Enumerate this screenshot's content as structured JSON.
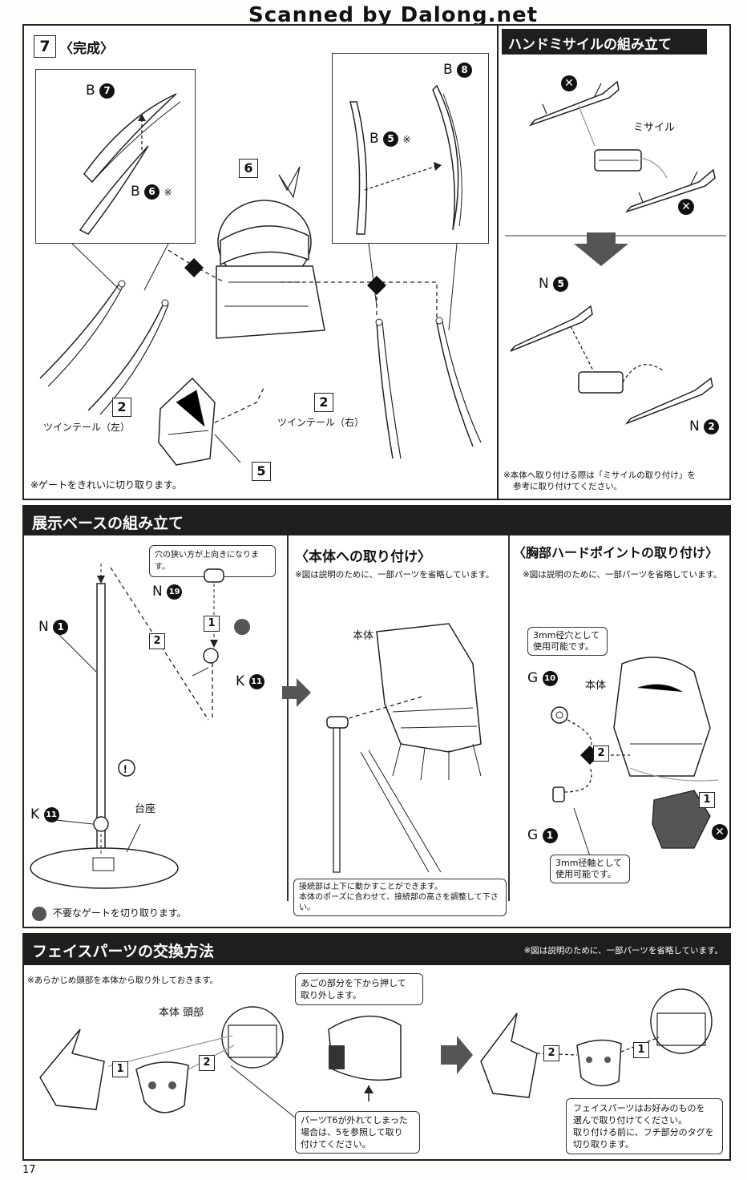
{
  "header": {
    "scan_credit": "Scanned by Dalong.net"
  },
  "step7": {
    "number": "7",
    "title": "〈完成〉",
    "callout_B7": "B",
    "callout_B7_num": "7",
    "callout_B6": "B",
    "callout_B6_num": "6",
    "callout_B6_mark": "※",
    "callout_B8": "B",
    "callout_B8_num": "8",
    "callout_B5": "B",
    "callout_B5_num": "5",
    "callout_B5_mark": "※",
    "part6": "6",
    "part2_left": "2",
    "part2_right": "2",
    "part5": "5",
    "twintail_left": "ツインテール（左）",
    "twintail_right": "ツインテール（右）",
    "footnote": "※ゲートをきれいに切り取ります。"
  },
  "missile": {
    "title": "ハンドミサイルの組み立て",
    "label": "ミサイル",
    "callout_N5": "N",
    "callout_N5_num": "5",
    "callout_N2": "N",
    "callout_N2_num": "2",
    "note_line1": "※本体へ取り付ける際は「ミサイルの取り付け」を",
    "note_line2": "参考に取り付けてください。"
  },
  "base": {
    "title": "展示ベースの組み立て",
    "hole_note": "穴の狭い方が上向きになります。",
    "callout_N1": "N",
    "callout_N1_num": "1",
    "callout_N19": "N",
    "callout_N19_num": "19",
    "callout_K11a": "K",
    "callout_K11a_num": "11",
    "callout_K11b": "K",
    "callout_K11b_num": "11",
    "step1": "1",
    "step2": "2",
    "pedestal": "台座",
    "gate_note": "不要なゲートを切り取ります。"
  },
  "attach": {
    "title": "〈本体への取り付け〉",
    "omit_note": "※図は説明のために、一部パーツを省略しています。",
    "body_label": "本体",
    "joint_note_line1": "接続部は上下に動かすことができます。",
    "joint_note_line2": "本体のポーズに合わせて、接続部の高さを調整して下さい。"
  },
  "chest": {
    "title": "〈胸部ハードポイントの取り付け〉",
    "omit_note": "※図は説明のために、一部パーツを省略しています。",
    "hole_note_line1": "3mm径穴として",
    "hole_note_line2": "使用可能です。",
    "callout_G10": "G",
    "callout_G10_num": "10",
    "body_label": "本体",
    "step2": "2",
    "step1": "1",
    "callout_G1": "G",
    "callout_G1_num": "1",
    "shaft_note_line1": "3mm径軸として",
    "shaft_note_line2": "使用可能です。"
  },
  "face": {
    "title": "フェイスパーツの交換方法",
    "omit_note": "※図は説明のために、一部パーツを省略しています。",
    "pre_note": "※あらかじめ頭部を本体から取り外しておきます。",
    "head_label": "本体 頭部",
    "step1": "1",
    "step2": "2",
    "jaw_note_line1": "あごの部分を下から押して",
    "jaw_note_line2": "取り外します。",
    "partT_note_line1": "パーツT6が外れてしまった",
    "partT_note_line2": "場合は、5を参照して取り",
    "partT_note_line3": "付けてください。",
    "step2b": "2",
    "step1b": "1",
    "choose_note_line1": "フェイスパーツはお好みのものを",
    "choose_note_line2": "選んで取り付けてください。",
    "choose_note_line3": "取り付ける前に、フチ部分のタグを",
    "choose_note_line4": "切り取ります。"
  },
  "page_number": "17"
}
